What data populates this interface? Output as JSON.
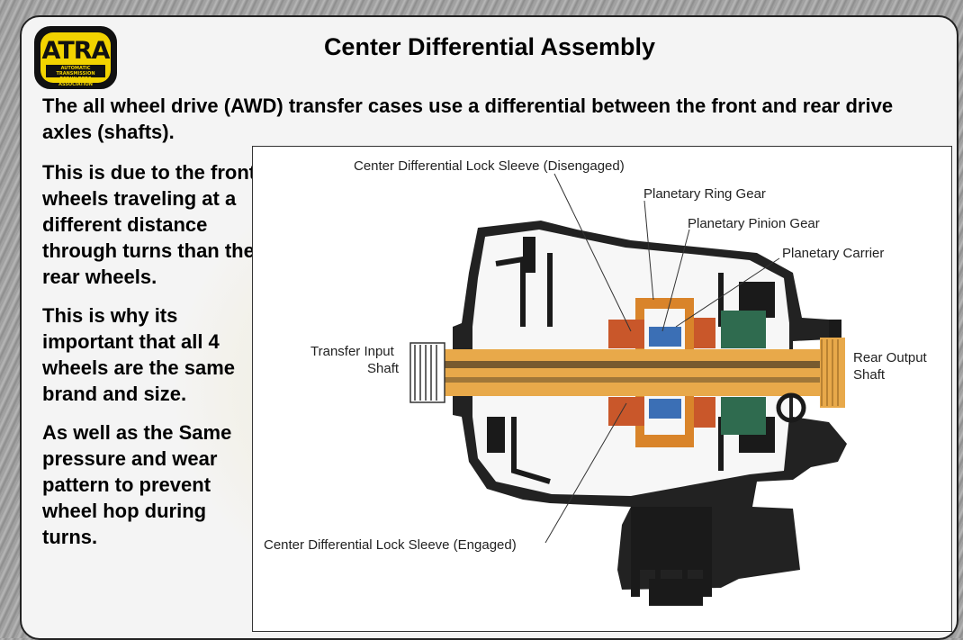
{
  "logo": {
    "word": "ATRA",
    "subtitle": "AUTOMATIC TRANSMISSION REBUILDERS ASSOCIATION"
  },
  "slide": {
    "title": "Center Differential Assembly",
    "intro": "The all wheel drive (AWD) transfer cases use a differential between the front and rear drive axles (shafts).",
    "paragraphs": [
      "This is due to the front wheels traveling at a different distance through turns than the rear wheels.",
      "This is why its important that all 4 wheels are the same brand and size.",
      "As well as the Same pressure and wear pattern to prevent wheel hop during turns."
    ]
  },
  "diagram": {
    "labels": {
      "lock_disengaged": "Center Differential Lock Sleeve (Disengaged)",
      "ring_gear": "Planetary Ring Gear",
      "pinion_gear": "Planetary Pinion Gear",
      "carrier": "Planetary Carrier",
      "input_line1": "Transfer Input",
      "input_line2": "Shaft",
      "output_line1": "Rear Output",
      "output_line2": "Shaft",
      "lock_engaged": "Center Differential Lock Sleeve (Engaged)"
    },
    "colors": {
      "shaft": "#e8a94a",
      "planetary": "#d9842a",
      "carrier_accent": "#3b6fb5",
      "pinion": "#c9572a",
      "gear_green": "#2f6b4f",
      "casing": "#1a1a1a"
    }
  }
}
